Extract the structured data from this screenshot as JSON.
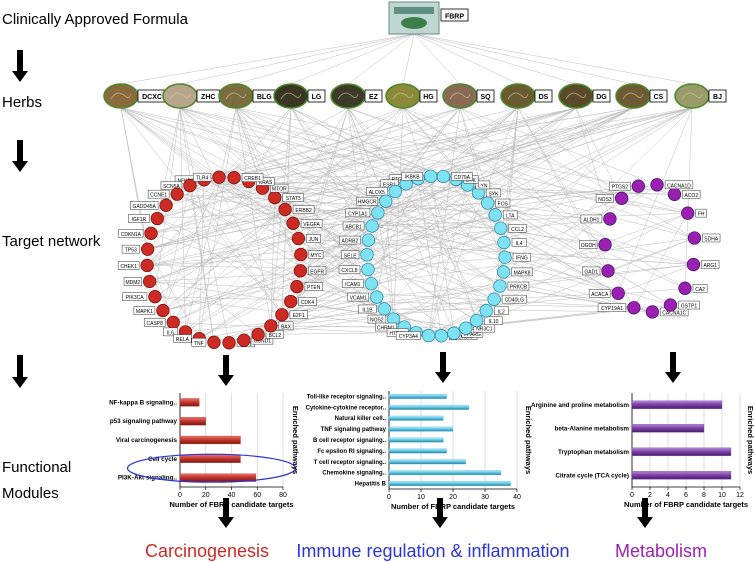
{
  "stages": {
    "formula": "Clinically Approved Formula",
    "herbs": "Herbs",
    "network": "Target network",
    "functional": "Functional",
    "modules": "Modules"
  },
  "formula_node": "FBRP",
  "herbs": [
    "DCXC",
    "ZHC",
    "BLG",
    "LG",
    "EZ",
    "HG",
    "SQ",
    "DS",
    "DG",
    "CS",
    "BJ"
  ],
  "clusters": {
    "carcinogenesis": {
      "color": "#cc2a22",
      "labels_left": [
        "NFKB2",
        "SCN5A",
        "CCNE1",
        "GADD45A",
        "IGF1R",
        "CDKN1A",
        "TP53",
        "CHEK1",
        "MDM2",
        "PIK3CA",
        "MAPK1",
        "CASP8",
        "IL6",
        "RELA",
        "TNF"
      ],
      "labels_right": [
        "AKT1",
        "CCND1",
        "BCL2",
        "BAX",
        "E2F1",
        "CDK4",
        "PTEN",
        "EGFR",
        "MYC",
        "JUN",
        "VEGFA",
        "ERBB2",
        "STAT3",
        "MTOR",
        "KRAS",
        "CREB1",
        "TLR4"
      ]
    },
    "immune": {
      "color": "#7de3f4",
      "labels_left": [
        "PTGS1",
        "ESR1",
        "ALOX5",
        "HMGCR",
        "CYP1A1",
        "ABCB1",
        "ADRB2",
        "SELE",
        "CXCL8",
        "ICAM1",
        "VCAM1",
        "IL1B",
        "NOS2",
        "CHRM1",
        "HTR2A",
        "CYP3A4",
        "ALOX5AP"
      ],
      "labels_right": [
        "PPARG",
        "NR3C1",
        "IL10",
        "IL2",
        "CD40LG",
        "PRKCB",
        "MAPK8",
        "IFNG",
        "IL4",
        "CCL2",
        "LTA",
        "FOS",
        "SYK",
        "LYN",
        "BTK",
        "CD79A",
        "IKBKB"
      ]
    },
    "metabolism": {
      "color": "#9b1fb3",
      "labels_left": [
        "PTGS2",
        "NOS3",
        "ALDH1",
        "OGDH",
        "GAD1",
        "ACACA",
        "CYP19A1"
      ],
      "labels_right": [
        "CACNA1C",
        "GSTP1",
        "CA2",
        "ARG1",
        "SDHA",
        "FH",
        "ACO2",
        "CACNA1D"
      ]
    }
  },
  "chart_data": [
    {
      "type": "bar",
      "categories": [
        "PI3K-Akt signaling..",
        "Cell cycle",
        "Viral carcinogenesis",
        "p53 signaling pathway",
        "NF-kappa B signaling.."
      ],
      "values": [
        59,
        47,
        47,
        20,
        15
      ],
      "xlabel": "Number of FBRP candidate targets",
      "ylabel": "Enriched pathways",
      "xlim": [
        0,
        80
      ],
      "ticks": [
        0,
        20,
        40,
        60,
        80
      ],
      "bar_color": "#c0342b",
      "grid": true,
      "highlight": [
        "PI3K-Akt signaling..",
        "Cell cycle"
      ],
      "highlight_color": "#2b34d8"
    },
    {
      "type": "bar",
      "categories": [
        "Hepatitis B",
        "Chemokine signaling..",
        "T cell receptor signaling..",
        "Fc epsilon RI signaling..",
        "B cell receptor signaling..",
        "TNF signaling pathway",
        "Natural killer cell..",
        "Cytokine-cytokine receptor..",
        "Toll-like receptor signaling.."
      ],
      "values": [
        38,
        35,
        24,
        18,
        17,
        20,
        17,
        25,
        18
      ],
      "xlabel": "Number of FBRP candidate targets",
      "ylabel": "Enriched pathways",
      "xlim": [
        0,
        40
      ],
      "ticks": [
        0,
        10,
        20,
        30,
        40
      ],
      "bar_color": "#5bc4e4",
      "grid": true
    },
    {
      "type": "bar",
      "categories": [
        "Citrate cycle (TCA cycle)",
        "Tryptophan metabolism",
        "beta-Alanine metabolism",
        "Arginine and proline metabolism"
      ],
      "values": [
        11,
        11,
        8,
        10
      ],
      "xlabel": "Number of FBRP candidate targets",
      "ylabel": "Enriched pathways",
      "xlim": [
        0,
        12
      ],
      "ticks": [
        0,
        2,
        4,
        6,
        8,
        10,
        12
      ],
      "bar_color": "#7a3fa8",
      "grid": true
    }
  ],
  "modules": [
    {
      "label": "Carcinogenesis",
      "color": "#cc2a22"
    },
    {
      "label": "Immune regulation & inflammation",
      "color": "#2b34d8"
    },
    {
      "label": "Metabolism",
      "color": "#9b1fb3"
    }
  ]
}
